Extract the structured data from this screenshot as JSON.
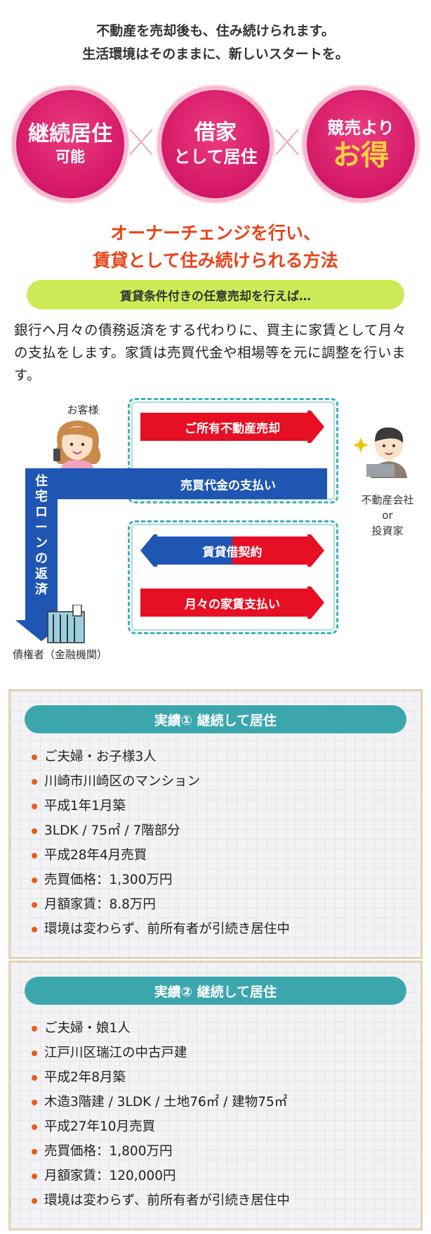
{
  "intro": {
    "line1": "不動産を売却後も、住み続けられます。",
    "line2": "生活環境はそのままに、新しいスタートを。"
  },
  "badges": [
    {
      "line1": "継続居住",
      "line2": "可能"
    },
    {
      "line1": "借家",
      "line2": "として居住"
    },
    {
      "line1": "競売より",
      "line2": "お得"
    }
  ],
  "heading": {
    "line1": "オーナーチェンジを行い、",
    "line2": "賃貸として住み続けられる方法"
  },
  "pill_text": "賃貸条件付きの任意売却を行えば…",
  "description": "銀行へ月々の債務返済をする代わりに、買主に家賃として月々の支払をします。家賃は売買代金や相場等を元に調整を行います。",
  "diagram": {
    "customer_label": "お客様",
    "buyer_label_1": "不動産会社",
    "buyer_label_2": "or",
    "buyer_label_3": "投資家",
    "creditor_label": "債権者（金融機関）",
    "loan_label": "住宅ローンの返済",
    "arrow_sale": "ご所有不動産売却",
    "arrow_payment": "売買代金の支払い",
    "arrow_lease": "賃貸借契約",
    "arrow_rent": "月々の家賃支払い",
    "colors": {
      "red": "#e60f24",
      "blue": "#1f56b3",
      "teal": "#40b2b6"
    }
  },
  "cards": [
    {
      "title": "実績① 継続して居住",
      "items": [
        "ご夫婦・お子様3人",
        "川崎市川崎区のマンション",
        "平成1年1月築",
        "3LDK / 75㎡ / 7階部分",
        "平成28年4月売買",
        "売買価格：1,300万円",
        "月額家賃：8.8万円",
        "環境は変わらず、前所有者が引続き居住中"
      ]
    },
    {
      "title": "実績② 継続して居住",
      "items": [
        "ご夫婦・娘1人",
        "江戸川区瑞江の中古戸建",
        "平成2年8月築",
        "木造3階建 / 3LDK / 土地76㎡ / 建物75㎡",
        "平成27年10月売買",
        "売買価格：1,800万円",
        "月額家賃：120,000円",
        "環境は変わらず、前所有者が引続き居住中"
      ]
    }
  ]
}
